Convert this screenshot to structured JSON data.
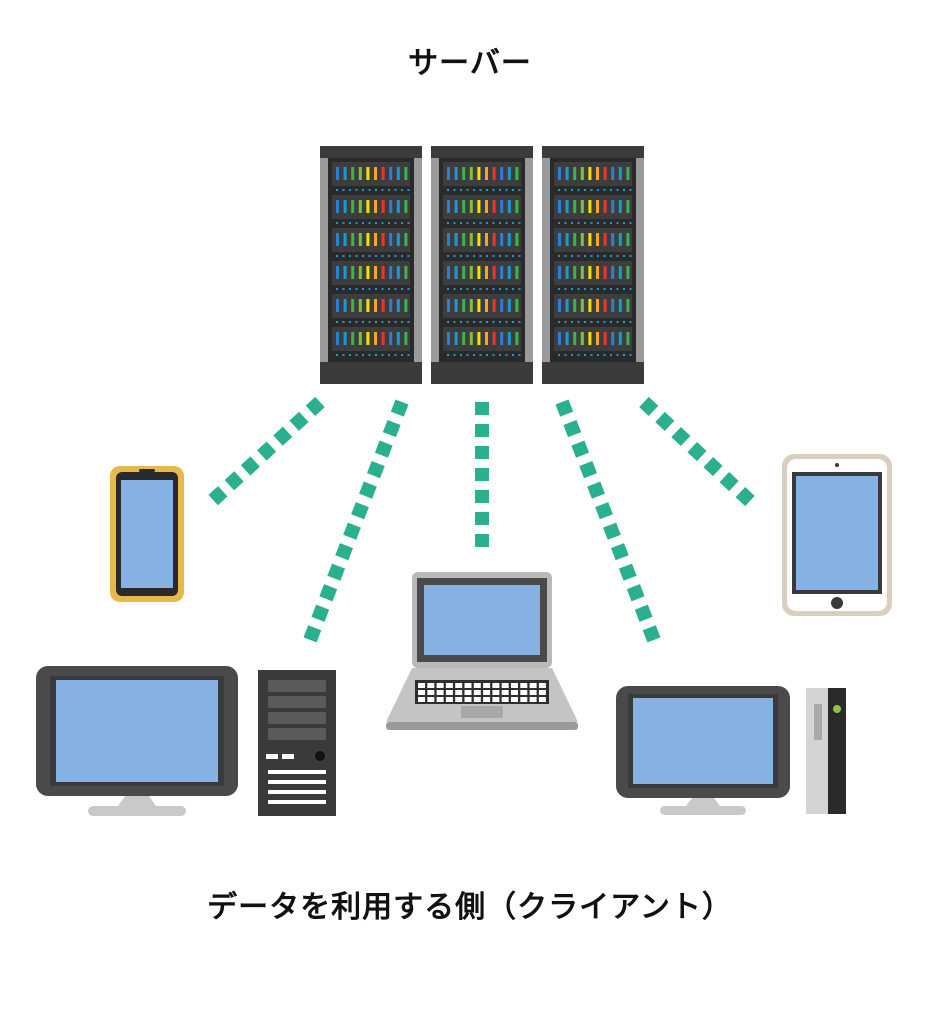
{
  "diagram": {
    "server_label": "サーバー",
    "client_label": "データを利用する側（クライアント）"
  },
  "colors": {
    "connection": "#2bb08f",
    "screen": "#86b1e3",
    "rack_frame": "#3b3b3b",
    "rack_side": "#9a9a9a",
    "led_palette": [
      "#2b7fd6",
      "#1a9ad0",
      "#3cb44b",
      "#7cc242",
      "#f2e100",
      "#f5a623",
      "#e8362d"
    ],
    "phone_frame": "#e8b94a",
    "tablet_frame": "#d9cfbf",
    "laptop_body": "#b9b9b9",
    "monitor_frame": "#4a4a4a",
    "tower_body": "#3a3a3a"
  },
  "nodes": [
    {
      "id": "server-rack-1",
      "icon": "server-rack-icon"
    },
    {
      "id": "server-rack-2",
      "icon": "server-rack-icon"
    },
    {
      "id": "server-rack-3",
      "icon": "server-rack-icon"
    },
    {
      "id": "smartphone",
      "icon": "smartphone-icon"
    },
    {
      "id": "desktop-tower-pc",
      "icon": "desktop-pc-icon"
    },
    {
      "id": "laptop",
      "icon": "laptop-icon"
    },
    {
      "id": "slim-desktop-pc",
      "icon": "desktop-pc-icon"
    },
    {
      "id": "tablet",
      "icon": "tablet-icon"
    }
  ],
  "edges": [
    {
      "from": "server",
      "to": "smartphone",
      "style": "dotted"
    },
    {
      "from": "server",
      "to": "desktop-tower-pc",
      "style": "dotted"
    },
    {
      "from": "server",
      "to": "laptop",
      "style": "dotted"
    },
    {
      "from": "server",
      "to": "slim-desktop-pc",
      "style": "dotted"
    },
    {
      "from": "server",
      "to": "tablet",
      "style": "dotted"
    }
  ]
}
